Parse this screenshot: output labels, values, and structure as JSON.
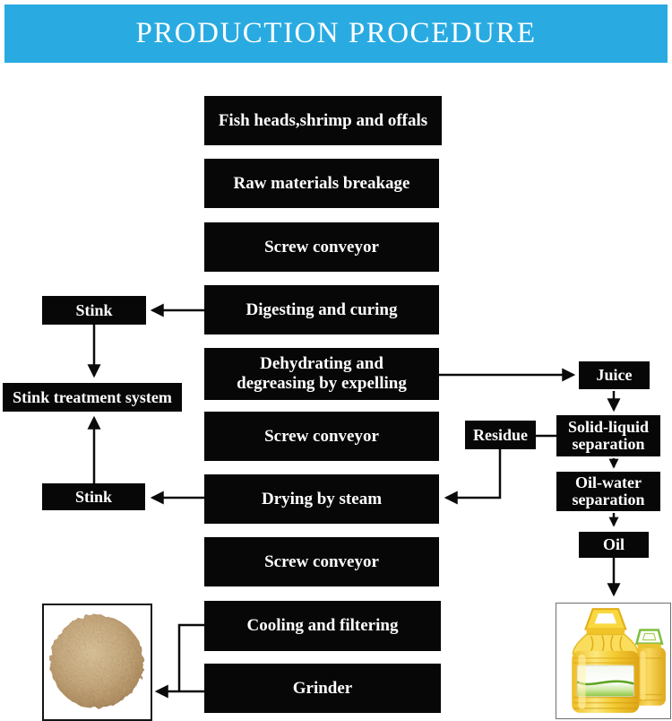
{
  "header": {
    "title": "PRODUCTION PROCEDURE",
    "bg_color": "#29abe2",
    "text_color": "#ffffff"
  },
  "diagram": {
    "node_bg_color": "#070707",
    "node_text_color": "#ffffff",
    "arrow_color": "#0b0b0b",
    "main_steps": [
      {
        "label": "Fish heads,shrimp and offals"
      },
      {
        "label": "Raw materials breakage"
      },
      {
        "label": "Screw conveyor"
      },
      {
        "label": "Digesting and curing"
      },
      {
        "label": "Dehydrating and degreasing by expelling"
      },
      {
        "label": "Screw conveyor"
      },
      {
        "label": "Drying by steam"
      },
      {
        "label": "Screw conveyor"
      },
      {
        "label": "Cooling and filtering"
      },
      {
        "label": "Grinder"
      }
    ],
    "side_nodes": {
      "stink_top": {
        "label": "Stink"
      },
      "stink_treatment": {
        "label": "Stink treatment system"
      },
      "stink_bottom": {
        "label": "Stink"
      },
      "juice": {
        "label": "Juice"
      },
      "solid_liquid": {
        "label": "Solid-liquid separation"
      },
      "residue": {
        "label": "Residue"
      },
      "oil_water": {
        "label": "Oil-water separation"
      },
      "oil": {
        "label": "Oil"
      }
    },
    "edges": [
      {
        "from": "Digesting and curing",
        "to": "Stink"
      },
      {
        "from": "Stink (top)",
        "to": "Stink treatment system"
      },
      {
        "from": "Stink (bottom)",
        "to": "Stink treatment system"
      },
      {
        "from": "Drying by steam",
        "to": "Stink (bottom)"
      },
      {
        "from": "Dehydrating and degreasing by expelling",
        "to": "Juice"
      },
      {
        "from": "Juice",
        "to": "Solid-liquid separation"
      },
      {
        "from": "Solid-liquid separation",
        "to": "Residue"
      },
      {
        "from": "Residue",
        "to": "Drying by steam"
      },
      {
        "from": "Solid-liquid separation",
        "to": "Oil-water separation"
      },
      {
        "from": "Oil-water separation",
        "to": "Oil"
      },
      {
        "from": "Oil",
        "to": "oil-bottles-image"
      },
      {
        "from": "Cooling and filtering",
        "to": "fish-meal-image"
      },
      {
        "from": "Grinder",
        "to": "fish-meal-image"
      }
    ],
    "images": {
      "fish_meal": {
        "name": "fish meal powder",
        "color": "#c8a97a"
      },
      "oil_bottles": {
        "name": "bottled fish oil",
        "bottle_color": "#f6cf35",
        "label_green": "#8dc63f"
      }
    }
  }
}
